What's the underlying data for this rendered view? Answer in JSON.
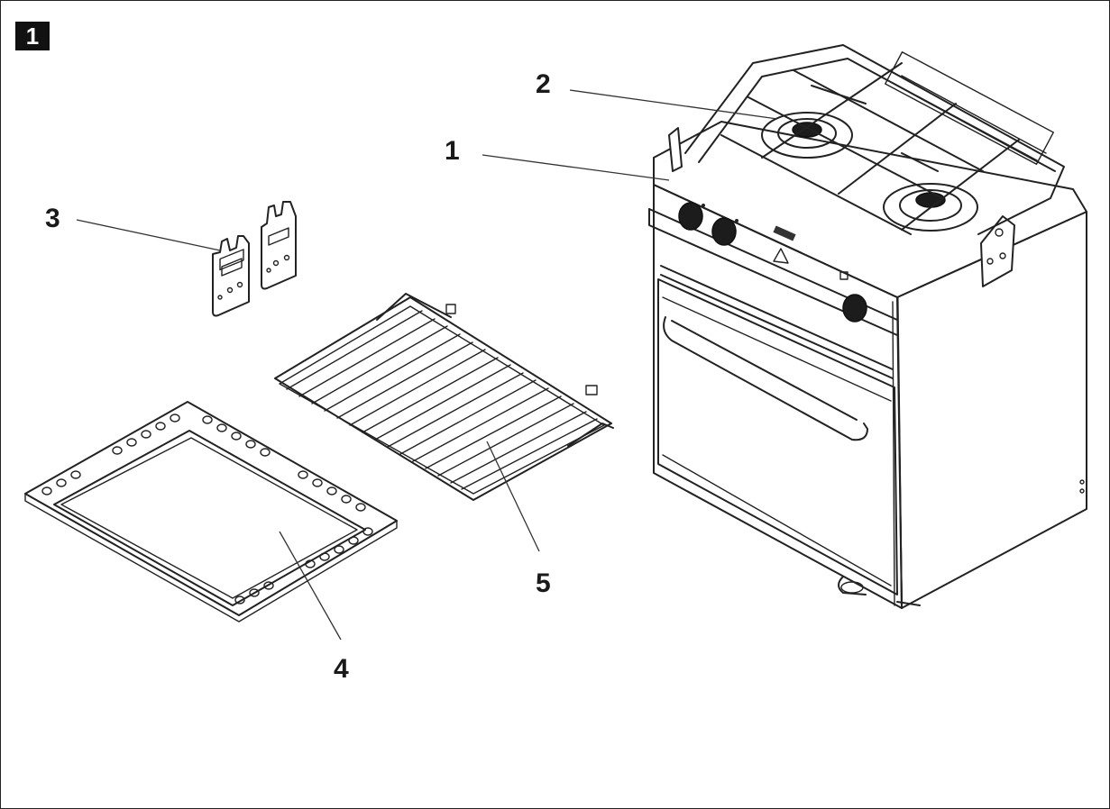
{
  "figure": {
    "number": "1",
    "callouts": [
      {
        "id": "1",
        "label": "1"
      },
      {
        "id": "2",
        "label": "2"
      },
      {
        "id": "3",
        "label": "3"
      },
      {
        "id": "4",
        "label": "4"
      },
      {
        "id": "5",
        "label": "5"
      }
    ]
  }
}
